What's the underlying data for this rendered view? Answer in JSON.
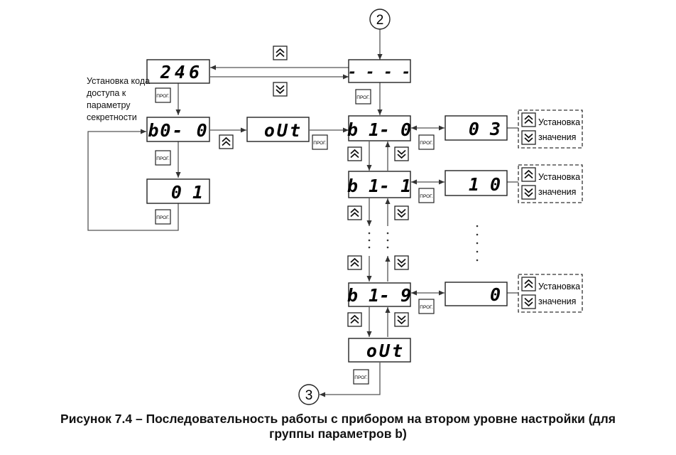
{
  "connectors": {
    "two": "2",
    "three": "3"
  },
  "displays": {
    "code": "246",
    "dashes": "- - - -",
    "b0": "b0- 0",
    "val01": "0 1",
    "out1": "oUt",
    "b10": "b 1- 0",
    "b11": "b 1- 1",
    "b19": "b 1- 9",
    "out2": "oUt",
    "val03": "0 3",
    "val10": "1 0",
    "val0": "0"
  },
  "prog_label": "ПРОГ.",
  "note": [
    "Установка кода",
    "доступа к",
    "параметру",
    "секретности"
  ],
  "setting": {
    "line1": "Установка",
    "line2": "значения"
  },
  "caption": {
    "line1": "Рисунок 7.4 – Последовательность работы с прибором на втором уровне настройки (для",
    "line2": "группы параметров b)"
  }
}
